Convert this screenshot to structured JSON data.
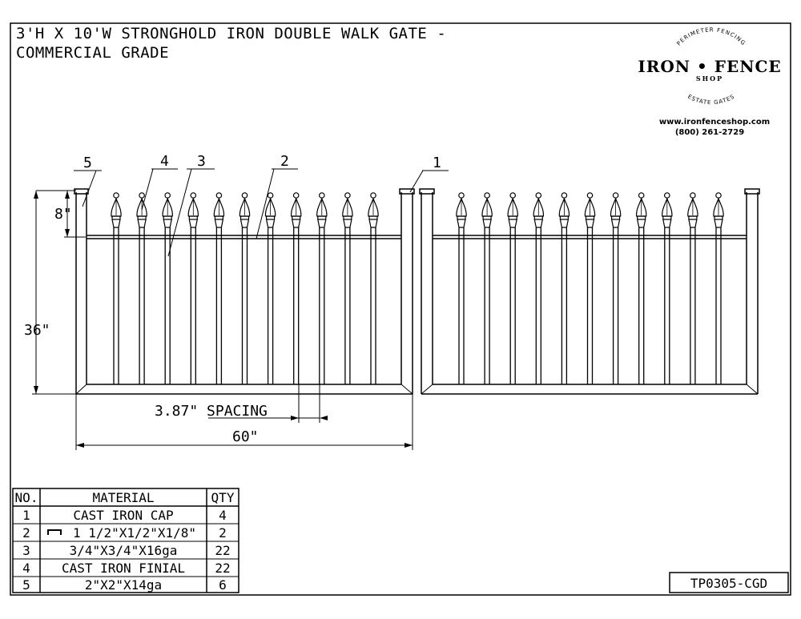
{
  "title": {
    "line1": "3'H X 10'W STRONGHOLD IRON DOUBLE WALK GATE -",
    "line2": "COMMERCIAL GRADE"
  },
  "logo": {
    "arc_top": "PERIMETER FENCING",
    "name": "IRON • FENCE",
    "sub": "SHOP",
    "arc_bottom": "ESTATE GATES",
    "website": "www.ironfenceshop.com",
    "phone": "(800) 261-2729"
  },
  "drawing": {
    "callouts": [
      "5",
      "4",
      "3",
      "2",
      "1"
    ],
    "dim_finial": "8\"",
    "dim_height": "36\"",
    "dim_spacing": "3.87\" SPACING",
    "dim_width": "60\"",
    "pickets_per_leaf": 11
  },
  "bom": {
    "headers": [
      "NO.",
      "MATERIAL",
      "QTY"
    ],
    "rows": [
      {
        "no": "1",
        "material": "CAST IRON CAP",
        "qty": "4"
      },
      {
        "no": "2",
        "material": "1 1/2\"X1/2\"X1/8\"",
        "qty": "2"
      },
      {
        "no": "3",
        "material": "3/4\"X3/4\"X16ga",
        "qty": "22"
      },
      {
        "no": "4",
        "material": "CAST IRON FINIAL",
        "qty": "22"
      },
      {
        "no": "5",
        "material": "2\"X2\"X14ga",
        "qty": "6"
      }
    ]
  },
  "drawing_number": "TP0305-CGD"
}
